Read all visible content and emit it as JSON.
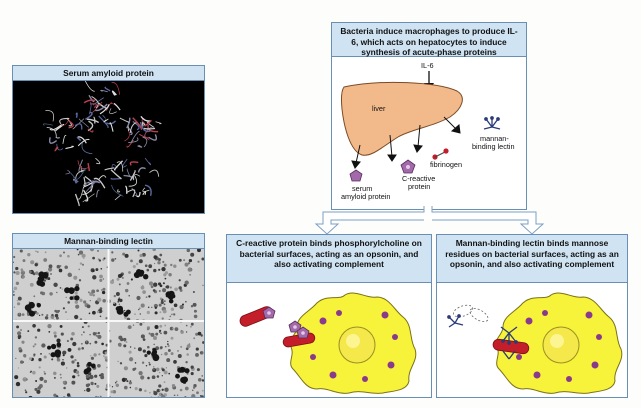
{
  "panels": {
    "serum_amyloid": {
      "title": "Serum amyloid protein"
    },
    "mannan_binding": {
      "title": "Mannan-binding lectin"
    },
    "top_right": {
      "title": "Bacteria induce macrophages to produce IL-6, which acts on hepatocytes to induce synthesis of acute-phase proteins",
      "labels": {
        "il6": "IL-6",
        "liver": "liver",
        "mannan": "mannan-",
        "binding_lectin": "binding lectin",
        "fibrinogen": "fibrinogen",
        "c_reactive": "C-reactive",
        "protein": "protein",
        "serum": "serum",
        "amyloid_protein": "amyloid protein"
      }
    },
    "bottom_mid": {
      "title": "C-reactive protein binds phosphorylcholine on bacterial surfaces, acting as an opsonin, and also activating complement"
    },
    "bottom_right": {
      "title": "Mannan-binding lectin binds mannose residues on bacterial surfaces, acting as an opsonin, and also activating complement"
    }
  },
  "colors": {
    "header_fill": "#cfe3f3",
    "border": "#6a8fb5",
    "liver": "#f2b98a",
    "macrophage": "#f7f23a",
    "nucleus": "#f4e84a",
    "granule": "#8a3a8a",
    "bacterium": "#c41e2a",
    "crp": "#a26aa8",
    "lectin": "#2a3a7a"
  }
}
